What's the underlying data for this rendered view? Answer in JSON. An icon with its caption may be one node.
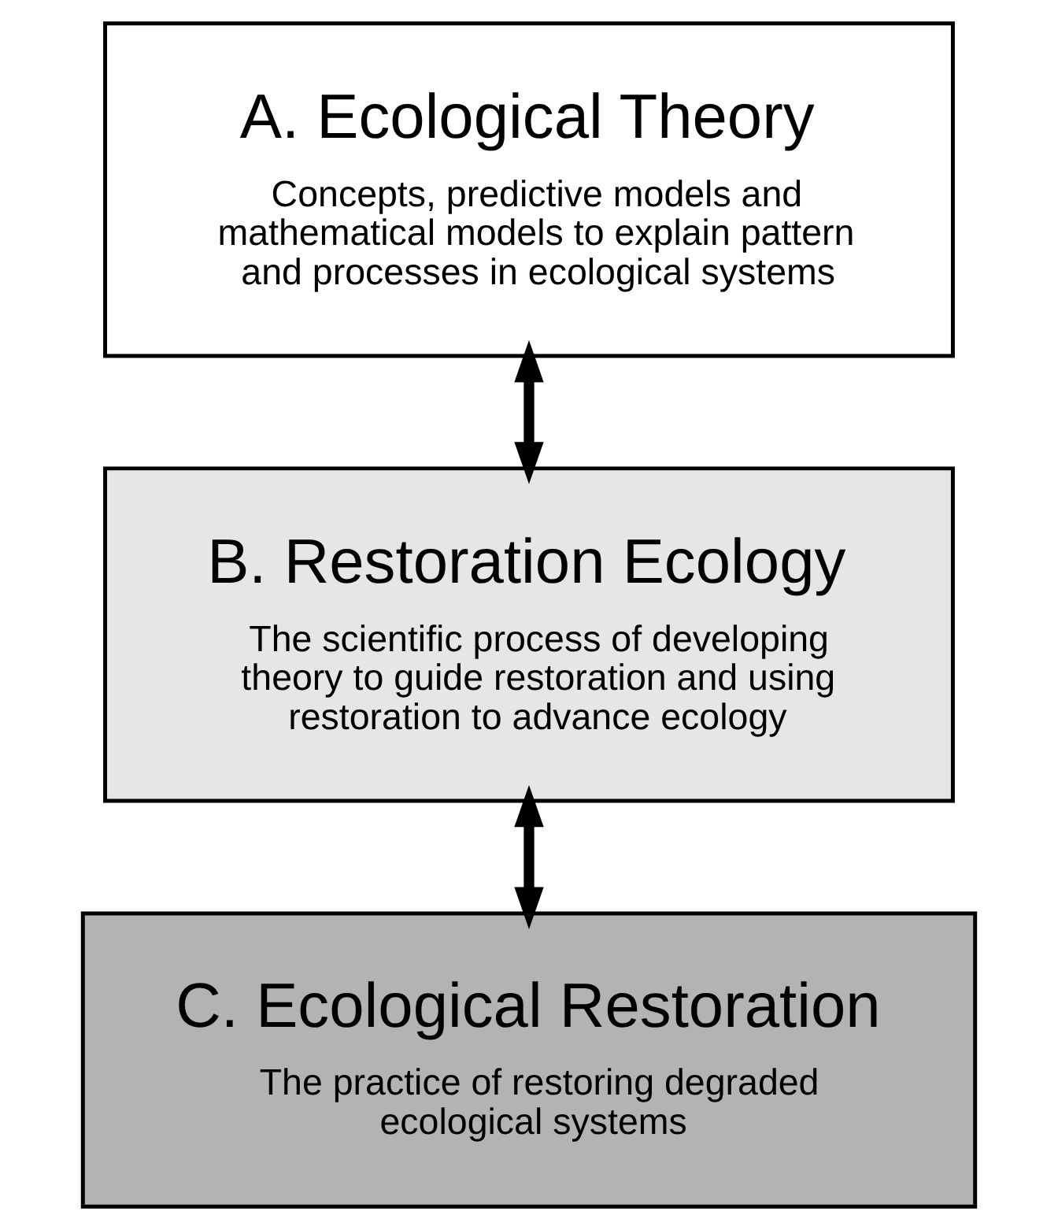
{
  "diagram": {
    "nodes": [
      {
        "text": [
          "A. Ecological Theory",
          "Concepts, predictive models and mathematical models to explain pattern and processes in ecological systems"
        ]
      },
      {
        "text": [
          "B. Restoration Ecology",
          "The scientific process of developing theory to guide restoration and using restoration to advance ecology"
        ]
      },
      {
        "text": [
          "C. Ecological Restoration",
          "The practice of restoring degraded ecological systems"
        ]
      }
    ],
    "edges": [
      {
        "from": 0,
        "to": 1,
        "arrow": "both"
      },
      {
        "from": 1,
        "to": 2,
        "arrow": "both"
      }
    ]
  }
}
